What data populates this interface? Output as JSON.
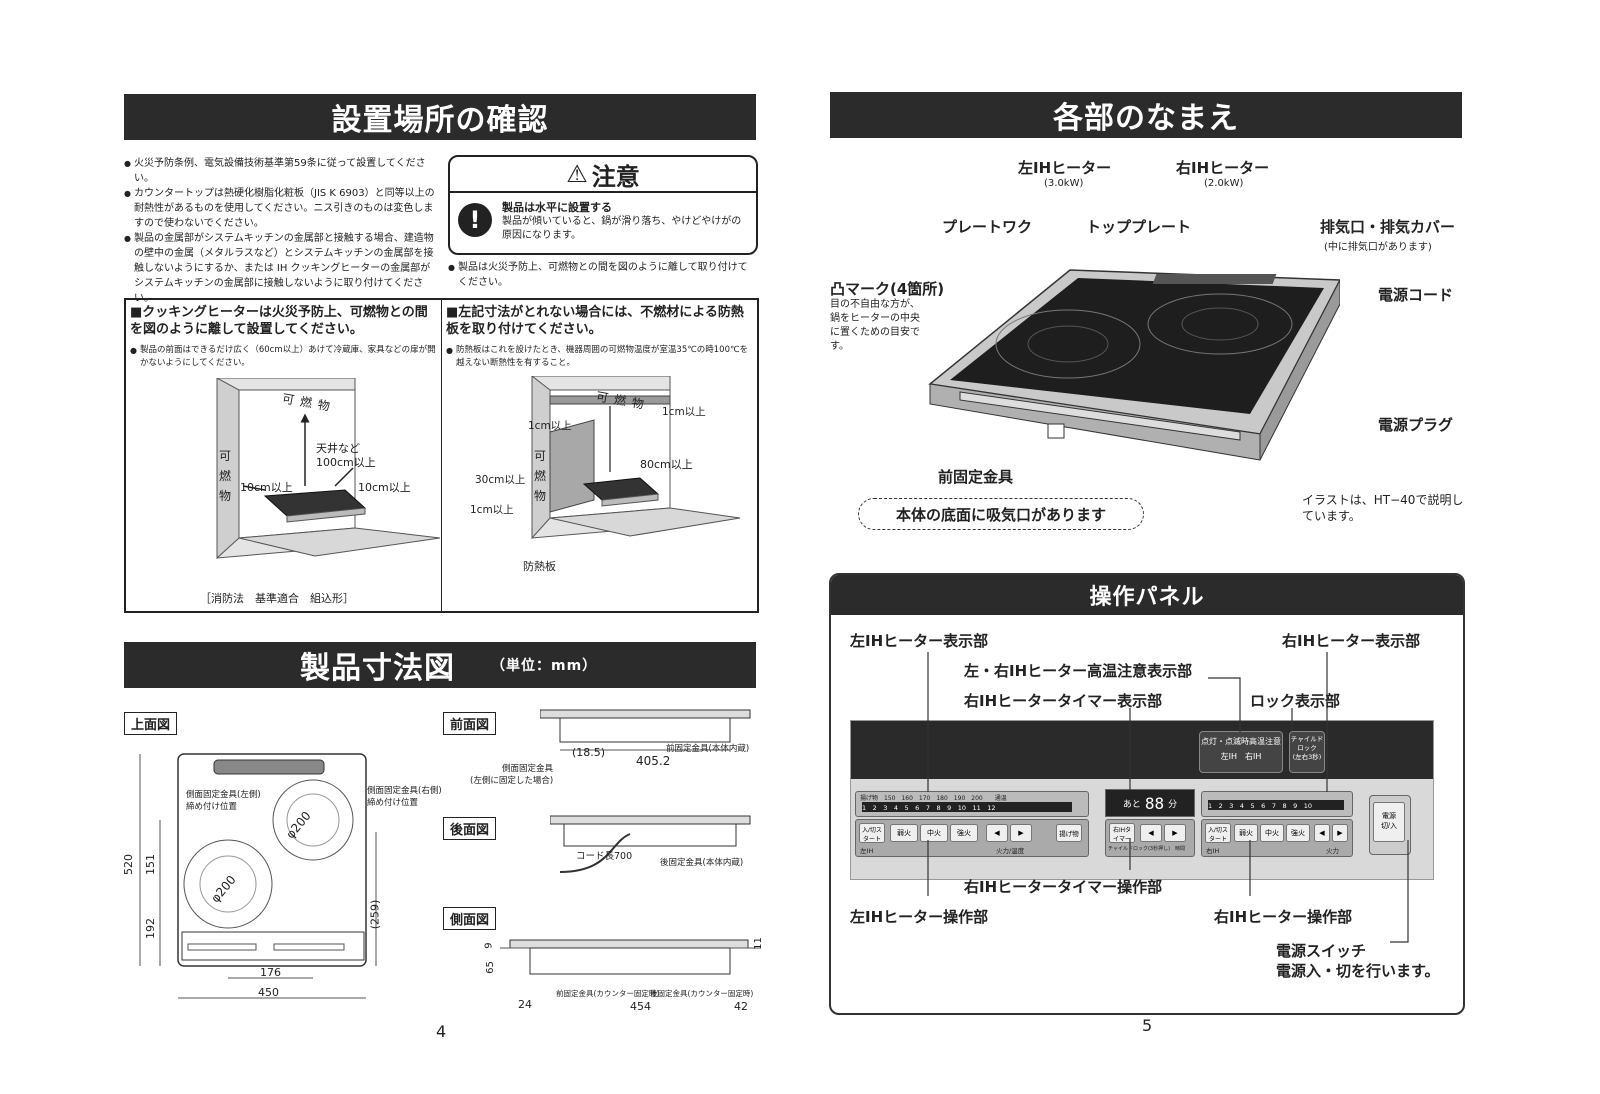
{
  "left": {
    "install_title": "設置場所の確認",
    "install_notes": [
      "火災予防条例、電気設備技術基準第59条に従って設置してください。",
      "カウンタートップは熱硬化樹脂化粧板（JIS K 6903）と同等以上の耐熱性があるものを使用してください。ニス引きのものは変色しますので使わないでください。",
      "製品の金属部がシステムキッチンの金属部と接触する場合、建造物の壁中の金属（メタルラスなど）とシステムキッチンの金属部を接触しないようにするか、または IH クッキングヒーターの金属部がシステムキッチンの金属部に接触しないように取り付けてください。"
    ],
    "caution": {
      "title": "注意",
      "heading": "製品は水平に設置する",
      "body": "製品が傾いていると、鍋が滑り落ち、やけどやけがの原因になります。"
    },
    "caution_after": "製品は火災予防上、可燃物との間を図のように離して取り付けてください。",
    "box_left": {
      "heading": "■クッキングヒーターは火災予防上、可燃物との間を図のように離して設置してください。",
      "note": "製品の前面はできるだけ広く（60cm以上）あけて冷蔵庫、家具などの扉が開かないようにしてください。",
      "label_top": "可燃物",
      "label_side": "可燃物",
      "label_ceiling": "天井など",
      "label_100": "100cm以上",
      "label_10l": "10cm以上",
      "label_10r": "10cm以上",
      "footer": "［消防法　基準適合　組込形］"
    },
    "box_right": {
      "heading": "■左記寸法がとれない場合には、不燃材による防熱板を取り付けてください。",
      "note": "防熱板はこれを設けたとき、機器周囲の可燃物温度が室温35℃の時100℃を越えない断熱性を有すること。",
      "label_top": "可燃物",
      "label_side": "可燃物",
      "label_1a": "1cm以上",
      "label_1b": "1cm以上",
      "label_1c": "1cm以上",
      "label_30": "30cm以上",
      "label_80": "80cm以上",
      "label_board": "防熱板"
    },
    "dim_title": "製品寸法図",
    "dim_unit": "（単位：mm）",
    "views": {
      "top": "上面図",
      "front": "前面図",
      "rear": "後面図",
      "side": "側面図"
    },
    "top_view": {
      "side_l": "側面固定金具(左側)",
      "side_l2": "締め付け位置",
      "side_r": "側面固定金具(右側)",
      "side_r2": "締め付け位置",
      "phi1": "φ200",
      "phi2": "φ200",
      "d520": "520",
      "d151": "151",
      "d192": "192",
      "d259": "(259)",
      "d176": "176",
      "d450": "450"
    },
    "front_view": {
      "front_fix": "前固定金具(本体内蔵)",
      "side_fix": "側面固定金具",
      "side_fix2": "(左側に固定した場合)",
      "d185": "(18.5)",
      "d4052": "405.2"
    },
    "rear_view": {
      "cord": "コード長700",
      "rear_fix": "後固定金具(本体内蔵)"
    },
    "side_view": {
      "d9": "9",
      "d65": "65",
      "d11": "11",
      "d24": "24",
      "d454": "454",
      "d42": "42",
      "front_fix": "前固定金具(カウンター固定時)",
      "rear_fix": "後固定金具(カウンター固定時)"
    },
    "page_no": "4"
  },
  "right": {
    "parts_title": "各部のなまえ",
    "labels": {
      "left_heater": "左IHヒーター",
      "left_kw": "(3.0kW)",
      "right_heater": "右IHヒーター",
      "right_kw": "(2.0kW)",
      "plate_work": "プレートワク",
      "top_plate": "トッププレート",
      "exhaust": "排気口・排気カバー",
      "exhaust_sub": "(中に排気口があります)",
      "bump": "凸マーク(4箇所)",
      "bump_sub": "目の不自由な方が、鍋をヒーターの中央に置くための目安です。",
      "cord": "電源コード",
      "plug": "電源プラグ",
      "front_fix": "前固定金具",
      "intake": "本体の底面に吸気口があります",
      "illus_note": "イラストは、HT−40で説明しています。"
    },
    "panel_title": "操作パネル",
    "panel_labels": {
      "left_display": "左IHヒーター表示部",
      "right_display": "右IHヒーター表示部",
      "high_temp": "左・右IHヒーター高温注意表示部",
      "timer_display": "右IHヒータータイマー表示部",
      "lock_display": "ロック表示部",
      "timer_op": "右IHヒータータイマー操作部",
      "left_op": "左IHヒーター操作部",
      "right_op": "右IHヒーター操作部",
      "power_sw": "電源スイッチ",
      "power_sub": "電源入・切を行います。"
    },
    "panel": {
      "indicator_title": "点灯・点滅時高温注意",
      "left_ih": "左IH",
      "right_ih": "右IH",
      "child_lock": "チャイルドロック",
      "child_sub": "(左右3秒)",
      "left_row_top": "揚げ物　150　160　170　180　190　200　　通温",
      "scale_left": "1　2　3　4　5　6　7　8　9　10　11　12",
      "scale_right": "1　2　3　4　5　6　7　8　9　10",
      "timer_remain": "あと",
      "timer_value": "88",
      "timer_unit": "分",
      "start": "入/切スタート",
      "left_tag": "左IH",
      "right_tag": "右IH",
      "weak": "弱火",
      "mid": "中火",
      "strong": "強火",
      "fry": "揚げ物",
      "power_temp": "火力/温度",
      "power": "火力",
      "timer_btn": "右IHタイマー",
      "timer_small": "チャイルドロック(3秒押し)　時間",
      "power_btn": "電源",
      "power_btn2": "切/入"
    },
    "page_no": "5"
  }
}
